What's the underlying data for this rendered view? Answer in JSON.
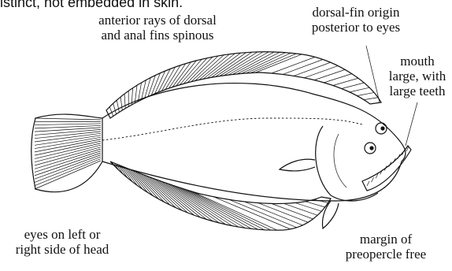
{
  "header": {
    "top_fragment": "istinct, not embedded in skin."
  },
  "labels": {
    "spinous_rays": "anterior rays of dorsal\nand anal fins spinous",
    "dorsal_origin": "dorsal-fin origin\nposterior to eyes",
    "mouth": "mouth\nlarge, with\nlarge teeth",
    "eyes": "eyes on left or\nright side of head",
    "preopercle": "margin of\npreopercle free"
  }
}
